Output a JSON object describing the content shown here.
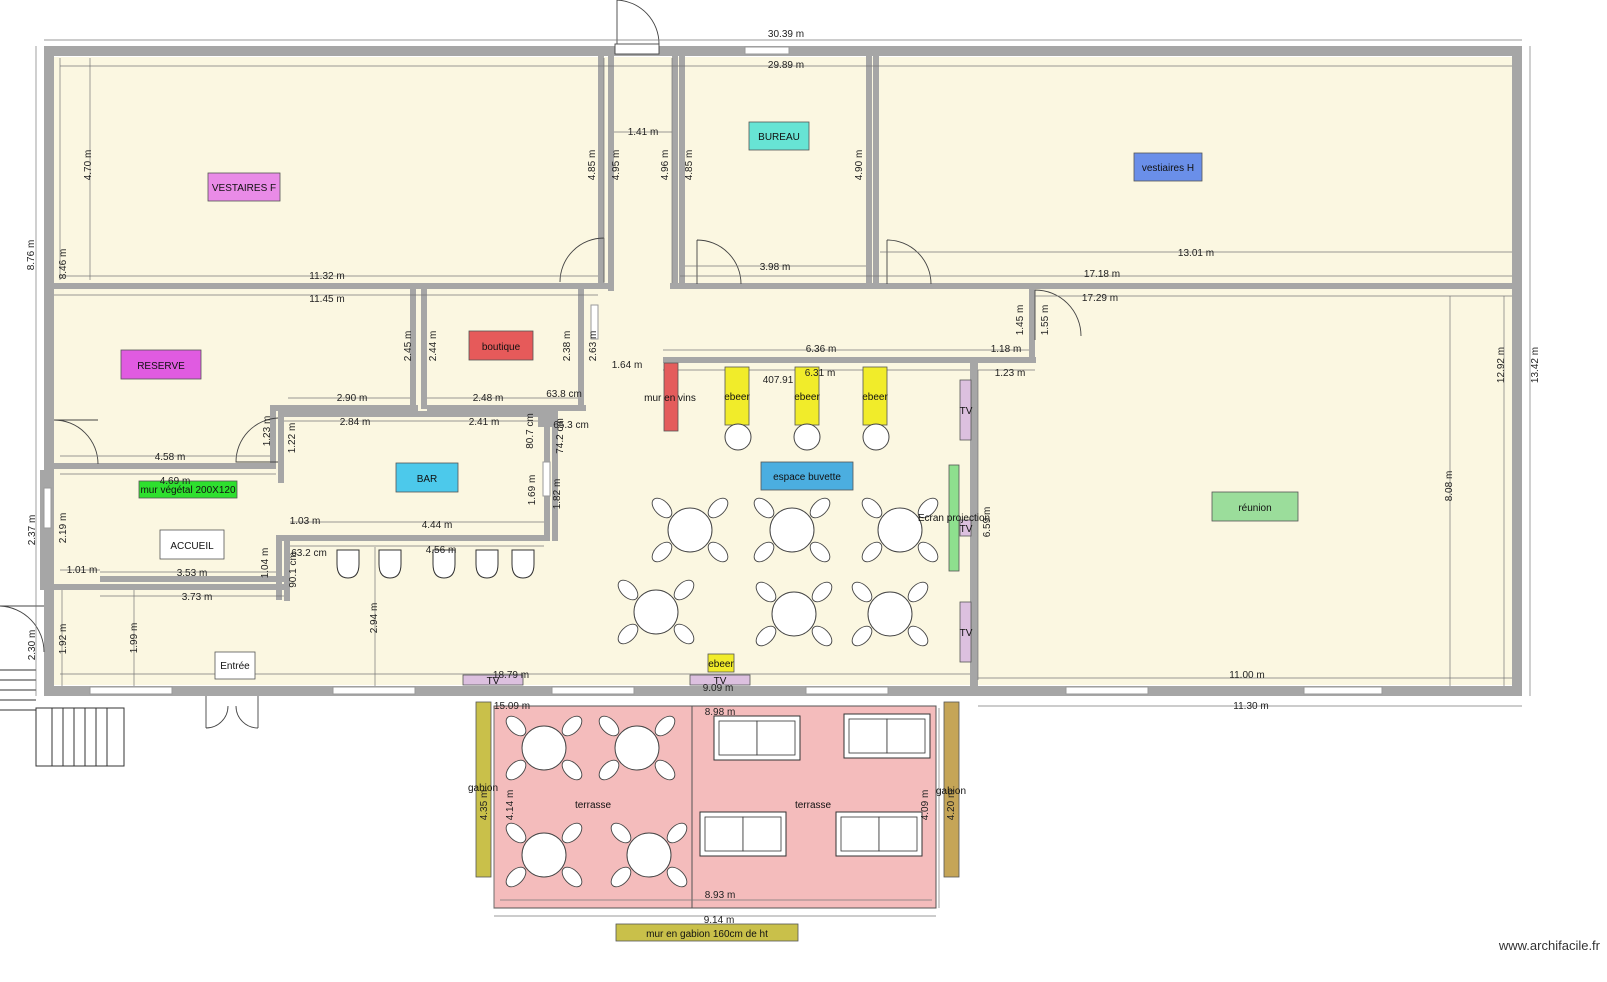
{
  "colors": {
    "floor": "#fbf7e1",
    "wall": "#a6a6a6",
    "terrace": "#f4bcbc",
    "gabion": "#c9c04a",
    "beer": "#f1ec2a",
    "tv": "#dcc0df",
    "screen": "#8ee08e"
  },
  "rooms": {
    "vestiaires_f": "VESTAIRES F",
    "bureau": "BUREAU",
    "vestiaires_h": "vestiaires H",
    "reserve": "RESERVE",
    "boutique": "boutique",
    "bar": "BAR",
    "accueil": "ACCUEIL",
    "entree": "Entrée",
    "espace_buvette": "espace buvette",
    "reunion": "réunion",
    "mur_vegetal": "mur végétal 200X120",
    "mur_vins": "mur en vins",
    "ecran": "Ecran projection",
    "terrasse_left": "terrasse",
    "terrasse_right": "terrasse",
    "gabion_left": "gabion",
    "gabion_right": "gabion",
    "mur_gabion": "mur en gabion 160cm de ht",
    "ebeer": "ebeer",
    "tv": "TV"
  },
  "dimensions": {
    "total_width_outer": "30.39 m",
    "total_width_inner": "29.89 m",
    "vf_height": "4.70 m",
    "vf_height_2": "4.85 m",
    "corridor_h": "4.95 m",
    "corridor_w": "1.41 m",
    "bureau_left_h": "4.96 m",
    "bureau_h": "4.85 m",
    "bureau_right_h": "4.90 m",
    "left_height": "8.46 m",
    "outer_height_left": "8.76 m",
    "vf_width": "11.32 m",
    "bureau_width": "3.98 m",
    "vh_width": "13.01 m",
    "width_1718": "17.18 m",
    "width_1145": "11.45 m",
    "width_1729": "17.29 m",
    "h_245": "2.45 m",
    "h_244": "2.44 m",
    "h_238": "2.38 m",
    "h_263": "2.63 m",
    "w_164": "1.64 m",
    "w_636": "6.36 m",
    "w_631": "6.31 m",
    "w_40791": "407.91",
    "w_118": "1.18 m",
    "w_123": "1.23 m",
    "h_145": "1.45 m",
    "h_155": "1.55 m",
    "h_1292": "12.92 m",
    "h_1342": "13.42 m",
    "w_290": "2.90 m",
    "w_248": "2.48 m",
    "cm_638": "63.8 cm",
    "w_284": "2.84 m",
    "w_241": "2.41 m",
    "cm_807": "80.7 cm",
    "cm_653": "65.3 cm",
    "cm_742": "74.2 cm",
    "w_458": "4.58 m",
    "h_123b": "1.23 m",
    "h_122": "1.22 m",
    "w_469": "4.69 m",
    "h_169": "1.69 m",
    "h_182": "1.82 m",
    "h_237": "2.37 m",
    "h_219": "2.19 m",
    "w_103": "1.03 m",
    "w_444": "4.44 m",
    "cm_632": "63.2 cm",
    "w_456": "4.56 m",
    "h_104": "1.04 m",
    "w_101": "1.01 m",
    "w_353": "3.53 m",
    "cm_901": "90.1 cm",
    "w_373": "3.73 m",
    "h_808": "8.08 m",
    "h_659": "6.59 m",
    "h_230": "2.30 m",
    "h_192": "1.92 m",
    "h_199": "1.99 m",
    "h_294": "2.94 m",
    "w_1879": "18.79 m",
    "w_909": "9.09 m",
    "w_1100": "11.00 m",
    "w_1509": "15.09 m",
    "w_898": "8.98 m",
    "w_1130": "11.30 m",
    "h_435": "4.35 m",
    "h_414": "4.14 m",
    "h_409": "4.09 m",
    "h_420": "4.20 m",
    "w_893": "8.93 m",
    "w_914": "9.14 m"
  },
  "watermark": "www.archifacile.fr"
}
